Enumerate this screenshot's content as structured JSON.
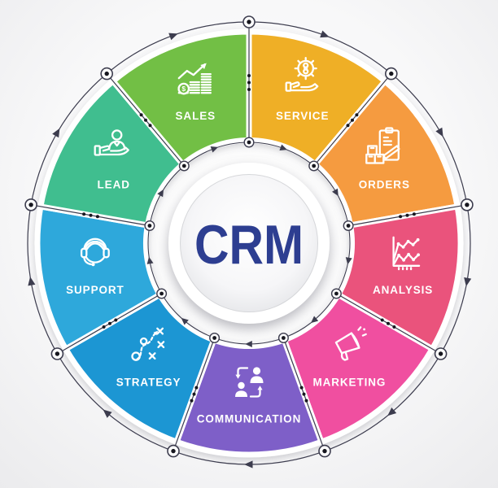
{
  "center": {
    "label": "CRM",
    "text_color": "#2d3e91"
  },
  "segments": [
    {
      "label": "SERVICE",
      "color": "#efaf26",
      "icon": "service-gear-hand-icon"
    },
    {
      "label": "ORDERS",
      "color": "#f59b40",
      "icon": "orders-clipboard-boxes-icon"
    },
    {
      "label": "ANALYSIS",
      "color": "#ea527c",
      "icon": "analysis-line-chart-icon"
    },
    {
      "label": "MARKETING",
      "color": "#f04fa0",
      "icon": "marketing-megaphone-icon"
    },
    {
      "label": "COMMUNICATION",
      "color": "#7e5fc8",
      "icon": "communication-people-exchange-icon"
    },
    {
      "label": "STRATEGY",
      "color": "#1d96d3",
      "icon": "strategy-tactics-icon"
    },
    {
      "label": "SUPPORT",
      "color": "#2fa8db",
      "icon": "support-headset-icon"
    },
    {
      "label": "LEAD",
      "color": "#40be8f",
      "icon": "lead-person-in-hand-icon"
    },
    {
      "label": "SALES",
      "color": "#72bf44",
      "icon": "sales-coins-growth-icon"
    }
  ],
  "icons": {
    "sales_coin_symbol": "$"
  },
  "style": {
    "label_color": "#ffffff",
    "line_color": "#3c3c4e",
    "dot_color": "#17171f",
    "center_fill": "#ffffff",
    "center_rim_stroke": "#d6d7da"
  }
}
